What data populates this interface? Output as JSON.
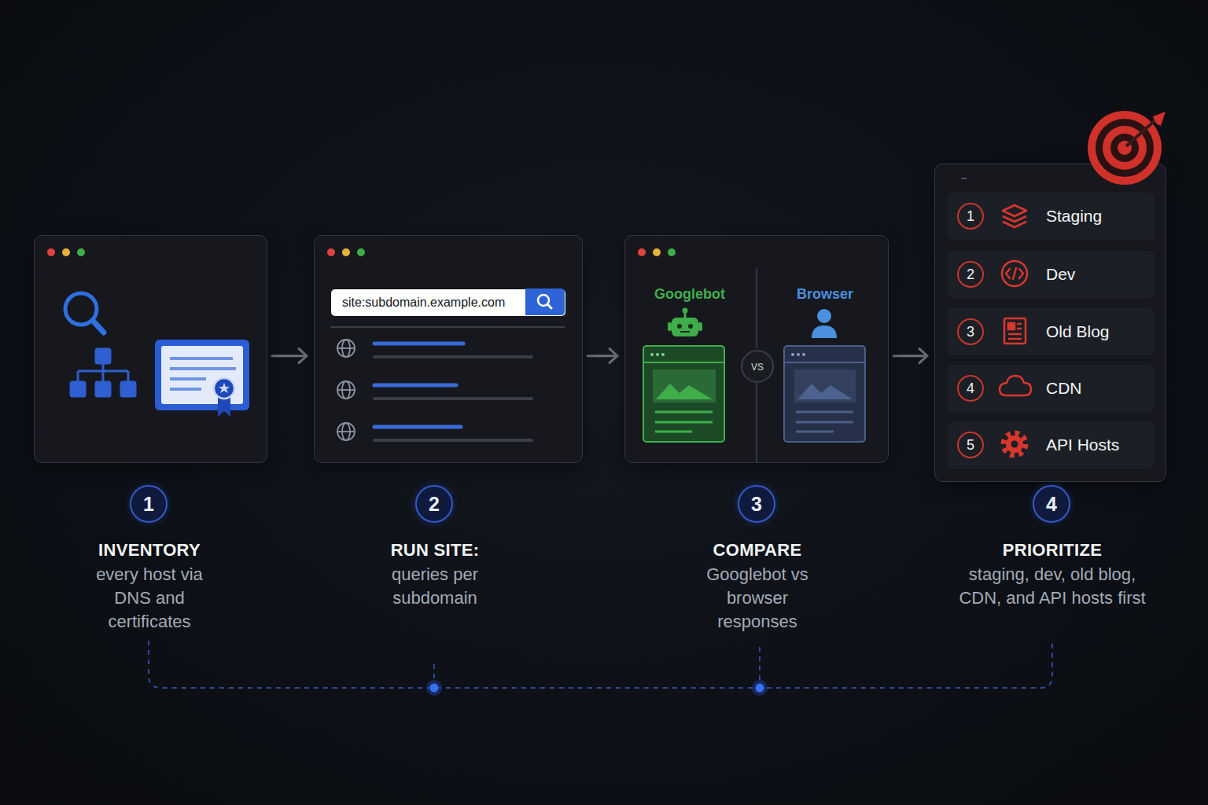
{
  "diagram": {
    "nodes": [
      {
        "text": [
          "INVENTORY",
          "every host via DNS and certificates"
        ]
      },
      {
        "text": [
          "RUN SITE:",
          "queries per subdomain"
        ]
      },
      {
        "text": [
          "site:subdomain.example.com"
        ],
        "in": 1
      },
      {
        "text": [
          "Googlebot",
          "Browser",
          "COMPARE",
          "Googlebot vs browser responses"
        ]
      },
      {
        "text": [
          "vs"
        ],
        "in": 3
      },
      {
        "text": [
          "PRIORITIZE",
          "staging, dev, old blog, CDN, and API hosts first"
        ]
      },
      {
        "text": [
          "1",
          "Staging"
        ],
        "in": 5
      },
      {
        "text": [
          "2",
          "Dev"
        ],
        "in": 5
      },
      {
        "text": [
          "3",
          "Old Blog"
        ],
        "in": 5
      },
      {
        "text": [
          "4",
          "CDN"
        ],
        "in": 5
      },
      {
        "text": [
          "5",
          "API Hosts"
        ],
        "in": 5
      },
      {
        "text": [
          "1"
        ]
      },
      {
        "text": [
          "2"
        ]
      },
      {
        "text": [
          "3"
        ]
      },
      {
        "text": [
          "4"
        ]
      }
    ],
    "edges": [
      {
        "from": 0,
        "to": 1,
        "arrow": "to"
      },
      {
        "from": 1,
        "to": 3,
        "arrow": "to"
      },
      {
        "from": 3,
        "to": 5,
        "arrow": "to"
      }
    ]
  }
}
